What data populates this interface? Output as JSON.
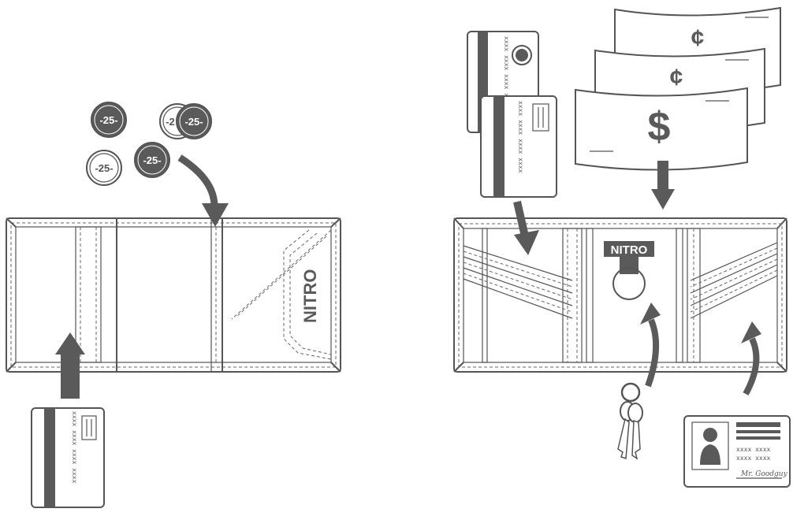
{
  "brand": {
    "name": "NITRO"
  },
  "coins": {
    "label": "-25-",
    "partial_label": "-2"
  },
  "banknote": {
    "symbol": "$",
    "back_symbol": "¢"
  },
  "card": {
    "number_mark": "xxxx xxxx xxxx xxxx"
  },
  "id_card": {
    "row_mark": "xxxx xxxx",
    "signature": "Mr. Goodguy"
  },
  "colors": {
    "outline": "#555555",
    "fill_dark": "#5a5a5a",
    "background": "#ffffff"
  }
}
